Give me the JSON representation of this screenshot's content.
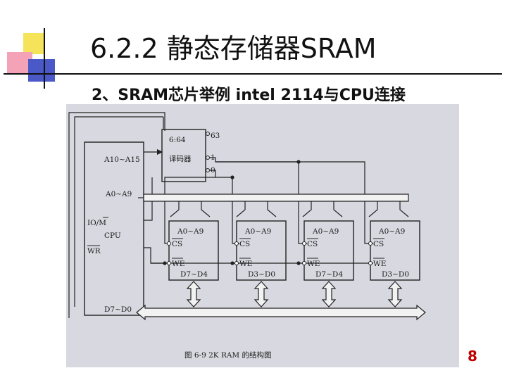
{
  "slide": {
    "title": "6.2.2 静态存储器SRAM",
    "subtitle": "2、SRAM芯片举例 intel 2114与CPU连接",
    "page_number": "8"
  },
  "diagram": {
    "decoder": {
      "label_top": "6:64",
      "label_main": "译码器",
      "out_63": "63",
      "out_1": "1",
      "out_0": "0"
    },
    "cpu": {
      "addr_hi": "A10~A15",
      "addr_lo": "A0~A9",
      "io_m": "IO/M",
      "name": "CPU",
      "wr": "WR",
      "data": "D7~D0"
    },
    "chips": [
      {
        "addr": "A0~A9",
        "cs": "CS",
        "we": "WE",
        "data": "D7~D4"
      },
      {
        "addr": "A0~A9",
        "cs": "CS",
        "we": "WE",
        "data": "D3~D0"
      },
      {
        "addr": "A0~A9",
        "cs": "CS",
        "we": "WE",
        "data": "D7~D4"
      },
      {
        "addr": "A0~A9",
        "cs": "CS",
        "we": "WE",
        "data": "D3~D0"
      }
    ],
    "caption": "图 6-9   2K RAM 的结构图"
  }
}
